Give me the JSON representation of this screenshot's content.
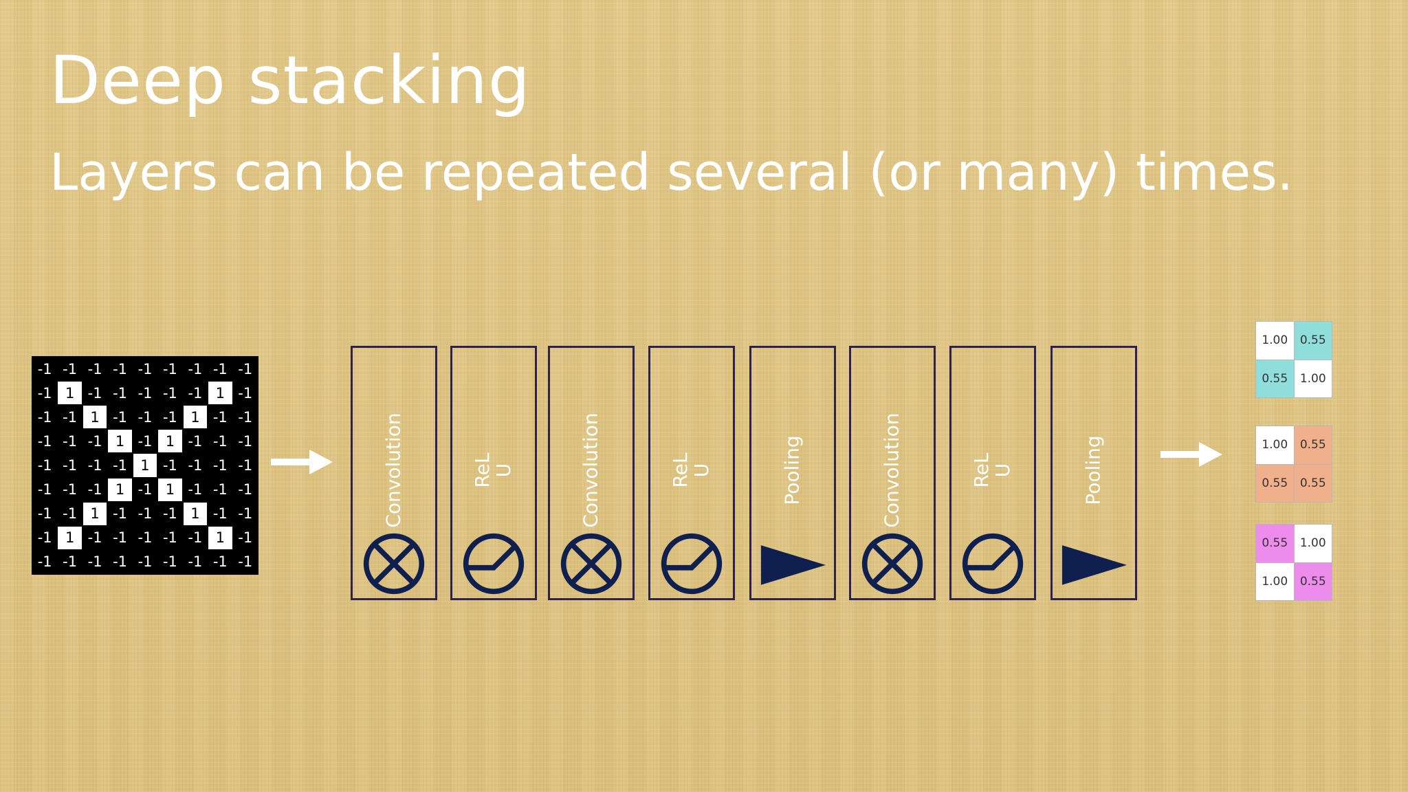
{
  "slide": {
    "title": "Deep stacking",
    "subtitle": "Layers can be repeated several (or many) times."
  },
  "input_image": {
    "rows": [
      [
        "-1",
        "-1",
        "-1",
        "-1",
        "-1",
        "-1",
        "-1",
        "-1",
        "-1"
      ],
      [
        "-1",
        "1",
        "-1",
        "-1",
        "-1",
        "-1",
        "-1",
        "1",
        "-1"
      ],
      [
        "-1",
        "-1",
        "1",
        "-1",
        "-1",
        "-1",
        "1",
        "-1",
        "-1"
      ],
      [
        "-1",
        "-1",
        "-1",
        "1",
        "-1",
        "1",
        "-1",
        "-1",
        "-1"
      ],
      [
        "-1",
        "-1",
        "-1",
        "-1",
        "1",
        "-1",
        "-1",
        "-1",
        "-1"
      ],
      [
        "-1",
        "-1",
        "-1",
        "1",
        "-1",
        "1",
        "-1",
        "-1",
        "-1"
      ],
      [
        "-1",
        "-1",
        "1",
        "-1",
        "-1",
        "-1",
        "1",
        "-1",
        "-1"
      ],
      [
        "-1",
        "1",
        "-1",
        "-1",
        "-1",
        "-1",
        "-1",
        "1",
        "-1"
      ],
      [
        "-1",
        "-1",
        "-1",
        "-1",
        "-1",
        "-1",
        "-1",
        "-1",
        "-1"
      ]
    ]
  },
  "layers": [
    {
      "label": "Convolution",
      "icon": "convolution-icon"
    },
    {
      "label": "ReL\nU",
      "icon": "relu-icon"
    },
    {
      "label": "Convolution",
      "icon": "convolution-icon"
    },
    {
      "label": "ReL\nU",
      "icon": "relu-icon"
    },
    {
      "label": "Pooling",
      "icon": "pooling-icon"
    },
    {
      "label": "Convolution",
      "icon": "convolution-icon"
    },
    {
      "label": "ReL\nU",
      "icon": "relu-icon"
    },
    {
      "label": "Pooling",
      "icon": "pooling-icon"
    }
  ],
  "output_maps": [
    {
      "cells": [
        "1.00",
        "0.55",
        "0.55",
        "1.00"
      ],
      "highlight": [
        false,
        true,
        true,
        false
      ],
      "color": "#8fdedc"
    },
    {
      "cells": [
        "1.00",
        "0.55",
        "0.55",
        "0.55"
      ],
      "highlight": [
        false,
        true,
        true,
        true
      ],
      "color": "#f0b08c"
    },
    {
      "cells": [
        "0.55",
        "1.00",
        "1.00",
        "0.55"
      ],
      "highlight": [
        true,
        false,
        false,
        true
      ],
      "color": "#ee8cee"
    }
  ],
  "colors": {
    "background": "#dcc07e",
    "layer_border": "#2d2152",
    "icon": "#0f1f4f",
    "text": "#ffffff"
  }
}
